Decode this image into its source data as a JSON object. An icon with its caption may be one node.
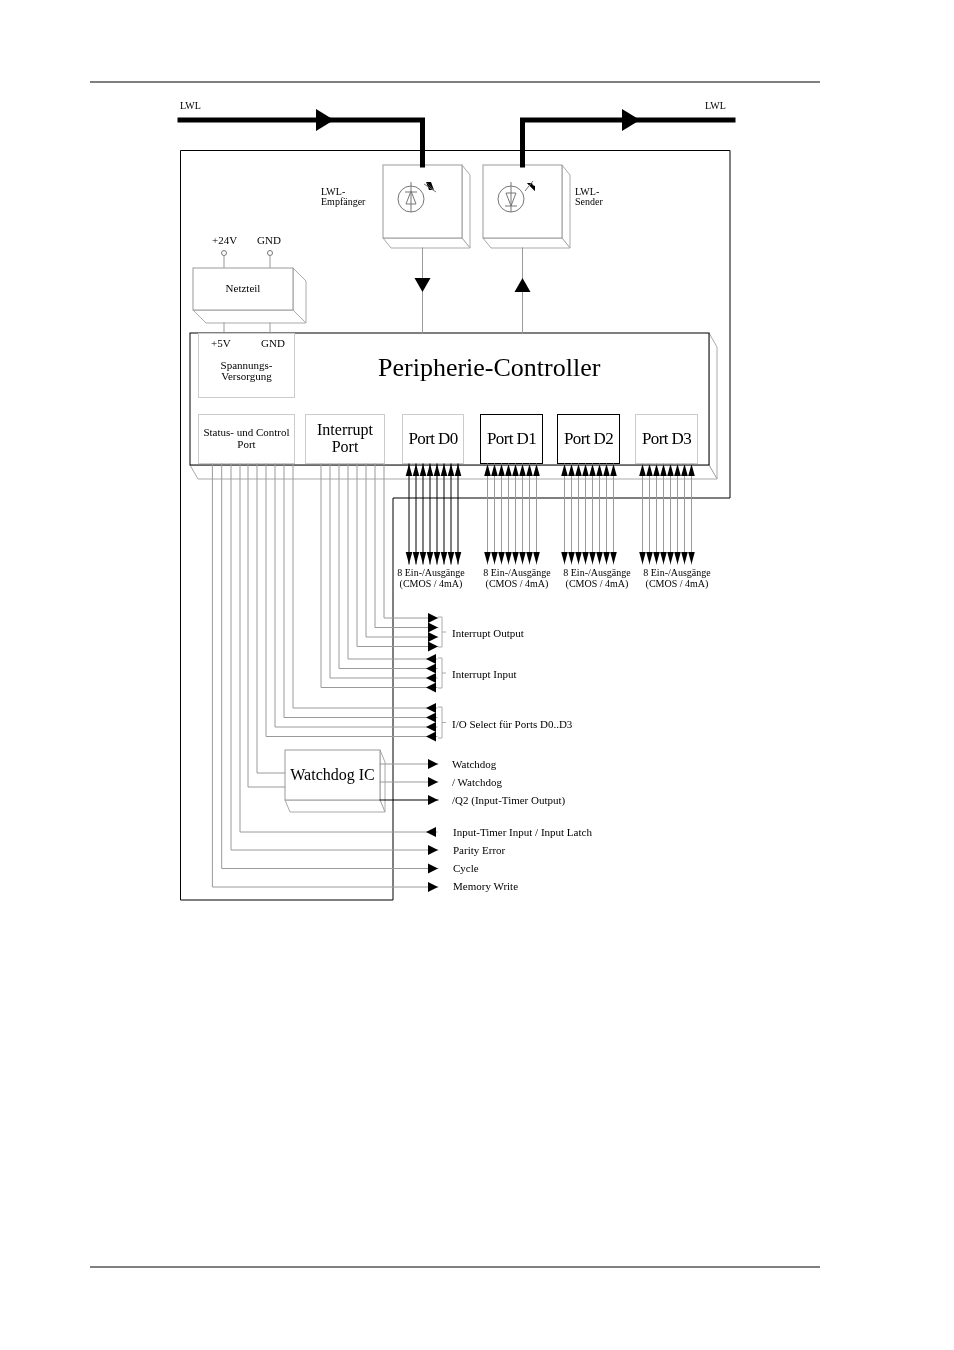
{
  "diagram": {
    "nodes": [
      {
        "text": [],
        "shape": "box"
      },
      {
        "text": [
          "LWL"
        ]
      },
      {
        "text": [
          "LWL"
        ]
      },
      {
        "text": [
          "LWL- Empfänger"
        ],
        "in": 0
      },
      {
        "text": [
          "LWL- Sender"
        ],
        "in": 0
      },
      {
        "text": [
          "Netzteil"
        ],
        "in": 0
      },
      {
        "text": [
          "Peripherie-Controller"
        ],
        "in": 0
      },
      {
        "text": [
          "+5V",
          "GND",
          "Spannungs- Versorgung"
        ],
        "in": 6
      },
      {
        "text": [
          "Status- und Control Port"
        ],
        "in": 6
      },
      {
        "text": [
          "Interrupt Port"
        ],
        "in": 6
      },
      {
        "text": [
          "Port D0"
        ],
        "in": 6
      },
      {
        "text": [
          "Port D1"
        ],
        "in": 6
      },
      {
        "text": [
          "Port D2"
        ],
        "in": 6
      },
      {
        "text": [
          "Port D3"
        ],
        "in": 6
      },
      {
        "text": [
          "Watchdog IC"
        ],
        "in": 0
      },
      {
        "text": [
          "8 Ein-/Ausgänge (CMOS / 4mA)"
        ]
      },
      {
        "text": [
          "8 Ein-/Ausgänge (CMOS / 4mA)"
        ]
      },
      {
        "text": [
          "8 Ein-/Ausgänge (CMOS / 4mA)"
        ]
      },
      {
        "text": [
          "8 Ein-/Ausgänge (CMOS / 4mA)"
        ]
      },
      {
        "text": [
          "Interrupt Output"
        ]
      },
      {
        "text": [
          "Interrupt Input"
        ]
      },
      {
        "text": [
          "I/O Select für Ports D0..D3"
        ]
      },
      {
        "text": [
          "Watchdog"
        ]
      },
      {
        "text": [
          "/ Watchdog"
        ]
      },
      {
        "text": [
          "/Q2 (Input-Timer Output)"
        ]
      },
      {
        "text": [
          "Input-Timer Input / Input Latch"
        ]
      },
      {
        "text": [
          "Parity Error"
        ]
      },
      {
        "text": [
          "Cycle"
        ]
      },
      {
        "text": [
          "Memory Write"
        ]
      }
    ],
    "edges": [
      {
        "from": 1,
        "to": 3,
        "arrow": "to",
        "style": "thick",
        "color": "#000000"
      },
      {
        "from": 4,
        "to": 2,
        "arrow": "to",
        "style": "thick",
        "color": "#000000"
      },
      {
        "from": 3,
        "to": 6,
        "arrow": "to"
      },
      {
        "from": 6,
        "to": 4,
        "arrow": "to"
      },
      {
        "from": 5,
        "to": 7,
        "arrow": "none"
      },
      {
        "from": 5,
        "to": 7,
        "arrow": "none"
      },
      {
        "from": 10,
        "to": 15,
        "arrow": "both",
        "color": "#000000"
      },
      {
        "from": 10,
        "to": 15,
        "arrow": "both",
        "color": "#000000"
      },
      {
        "from": 10,
        "to": 15,
        "arrow": "both",
        "color": "#000000"
      },
      {
        "from": 10,
        "to": 15,
        "arrow": "both",
        "color": "#000000"
      },
      {
        "from": 10,
        "to": 15,
        "arrow": "both",
        "color": "#000000"
      },
      {
        "from": 10,
        "to": 15,
        "arrow": "both",
        "color": "#000000"
      },
      {
        "from": 10,
        "to": 15,
        "arrow": "both",
        "color": "#000000"
      },
      {
        "from": 10,
        "to": 15,
        "arrow": "both",
        "color": "#000000"
      },
      {
        "from": 11,
        "to": 16,
        "arrow": "both"
      },
      {
        "from": 11,
        "to": 16,
        "arrow": "both"
      },
      {
        "from": 11,
        "to": 16,
        "arrow": "both"
      },
      {
        "from": 11,
        "to": 16,
        "arrow": "both"
      },
      {
        "from": 11,
        "to": 16,
        "arrow": "both"
      },
      {
        "from": 11,
        "to": 16,
        "arrow": "both"
      },
      {
        "from": 11,
        "to": 16,
        "arrow": "both"
      },
      {
        "from": 11,
        "to": 16,
        "arrow": "both"
      },
      {
        "from": 12,
        "to": 17,
        "arrow": "both"
      },
      {
        "from": 12,
        "to": 17,
        "arrow": "both"
      },
      {
        "from": 12,
        "to": 17,
        "arrow": "both"
      },
      {
        "from": 12,
        "to": 17,
        "arrow": "both"
      },
      {
        "from": 12,
        "to": 17,
        "arrow": "both"
      },
      {
        "from": 12,
        "to": 17,
        "arrow": "both"
      },
      {
        "from": 12,
        "to": 17,
        "arrow": "both"
      },
      {
        "from": 12,
        "to": 17,
        "arrow": "both"
      },
      {
        "from": 13,
        "to": 18,
        "arrow": "both"
      },
      {
        "from": 13,
        "to": 18,
        "arrow": "both"
      },
      {
        "from": 13,
        "to": 18,
        "arrow": "both"
      },
      {
        "from": 13,
        "to": 18,
        "arrow": "both"
      },
      {
        "from": 13,
        "to": 18,
        "arrow": "both"
      },
      {
        "from": 13,
        "to": 18,
        "arrow": "both"
      },
      {
        "from": 13,
        "to": 18,
        "arrow": "both"
      },
      {
        "from": 13,
        "to": 18,
        "arrow": "both"
      },
      {
        "from": 9,
        "to": 19,
        "arrow": "to"
      },
      {
        "from": 9,
        "to": 19,
        "arrow": "to"
      },
      {
        "from": 9,
        "to": 19,
        "arrow": "to"
      },
      {
        "from": 9,
        "to": 19,
        "arrow": "to"
      },
      {
        "from": 20,
        "to": 9,
        "arrow": "to"
      },
      {
        "from": 20,
        "to": 9,
        "arrow": "to"
      },
      {
        "from": 20,
        "to": 9,
        "arrow": "to"
      },
      {
        "from": 20,
        "to": 9,
        "arrow": "to"
      },
      {
        "from": 21,
        "to": 8,
        "arrow": "to"
      },
      {
        "from": 21,
        "to": 8,
        "arrow": "to"
      },
      {
        "from": 21,
        "to": 8,
        "arrow": "to"
      },
      {
        "from": 21,
        "to": 8,
        "arrow": "to"
      },
      {
        "from": 8,
        "to": 14,
        "arrow": "none"
      },
      {
        "from": 8,
        "to": 14,
        "arrow": "none"
      },
      {
        "from": 14,
        "to": 22,
        "arrow": "to"
      },
      {
        "from": 14,
        "to": 23,
        "arrow": "to"
      },
      {
        "from": 14,
        "to": 24,
        "arrow": "to",
        "color": "#000000"
      },
      {
        "from": 25,
        "to": 8,
        "arrow": "to"
      },
      {
        "from": 8,
        "to": 26,
        "arrow": "to"
      },
      {
        "from": 8,
        "to": 27,
        "arrow": "to"
      },
      {
        "from": 8,
        "to": 28,
        "arrow": "to"
      }
    ],
    "labels": [
      "+24V",
      "GND"
    ]
  }
}
